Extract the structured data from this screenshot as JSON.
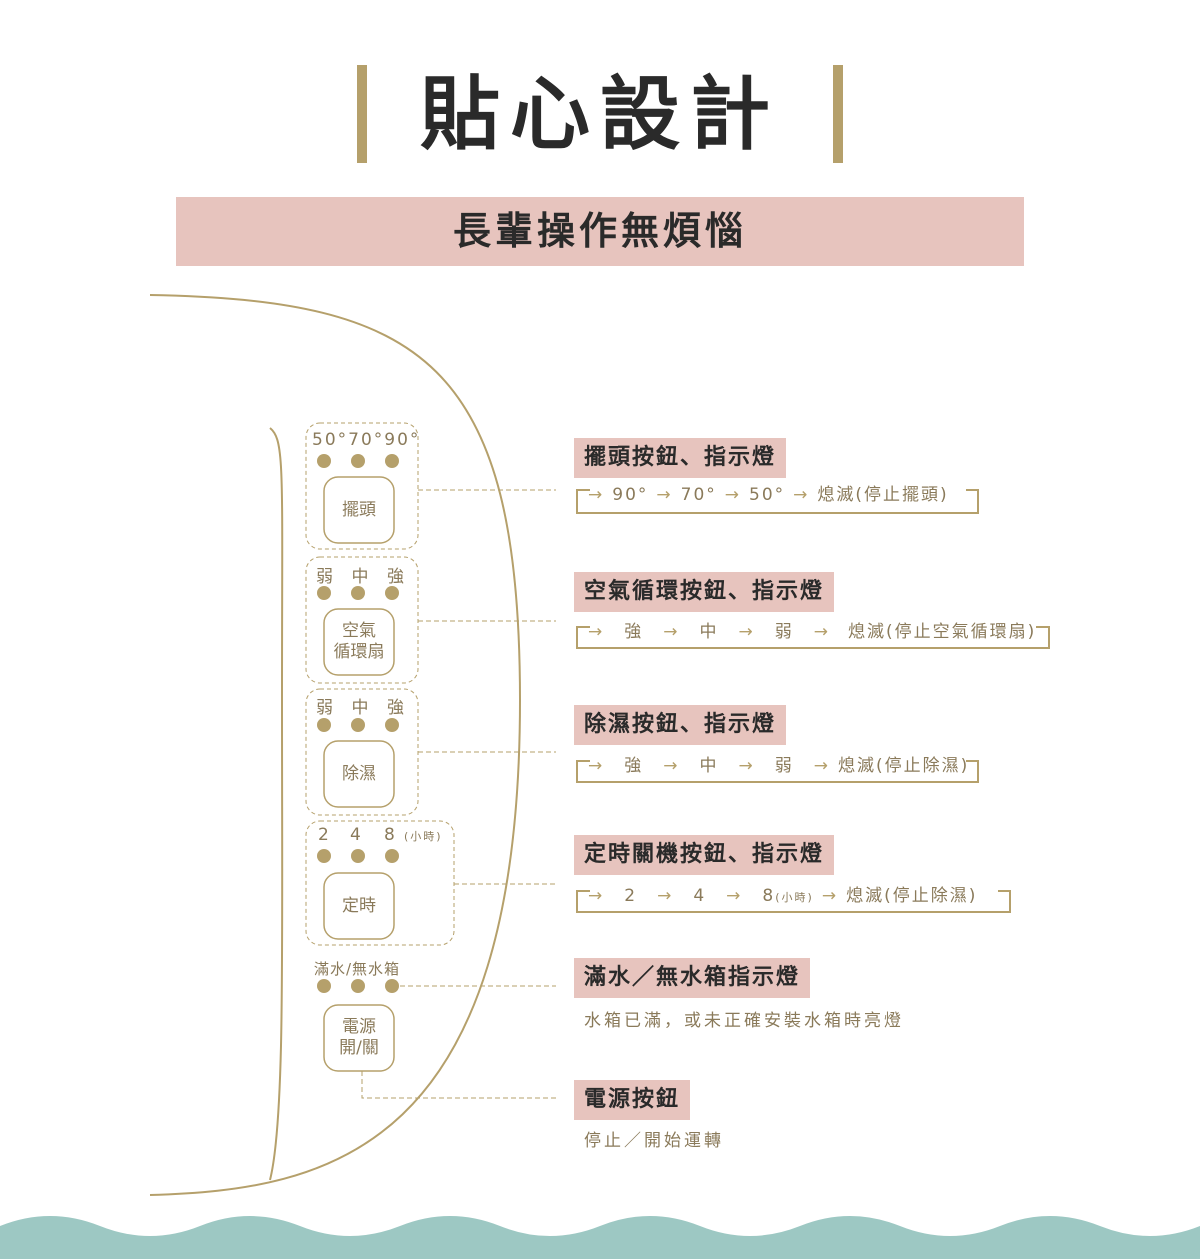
{
  "title": "貼心設計",
  "subtitle": "長輩操作無煩惱",
  "panel": {
    "swing": {
      "indicators": "50°70°90°",
      "button": "擺頭"
    },
    "aircirc": {
      "indicators": [
        "弱",
        "中",
        "強"
      ],
      "button_line1": "空氣",
      "button_line2": "循環扇"
    },
    "dehumid": {
      "indicators": [
        "弱",
        "中",
        "強"
      ],
      "button": "除濕"
    },
    "timer": {
      "indicators": [
        "2",
        "4",
        "8"
      ],
      "unit": "(小時)",
      "button": "定時"
    },
    "water": {
      "indicator": "滿水/無水箱"
    },
    "power": {
      "button_line1": "電源",
      "button_line2": "開/關"
    }
  },
  "annotations": {
    "swing": {
      "tag": "擺頭按鈕、指示燈",
      "steps": [
        "90°",
        "70°",
        "50°"
      ],
      "end": "熄滅(停止擺頭)"
    },
    "aircirc": {
      "tag": "空氣循環按鈕、指示燈",
      "steps": [
        "強",
        "中",
        "弱"
      ],
      "end": "熄滅(停止空氣循環扇)"
    },
    "dehumid": {
      "tag": "除濕按鈕、指示燈",
      "steps": [
        "強",
        "中",
        "弱"
      ],
      "end": "熄滅(停止除濕)"
    },
    "timer": {
      "tag": "定時關機按鈕、指示燈",
      "steps": [
        "2",
        "4",
        "8"
      ],
      "step3_unit": "(小時)",
      "end": "熄滅(停止除濕)"
    },
    "water": {
      "tag": "滿水／無水箱指示燈",
      "desc": "水箱已滿，或未正確安裝水箱時亮燈"
    },
    "power": {
      "tag": "電源按鈕",
      "desc": "停止／開始運轉"
    }
  },
  "colors": {
    "gold": "#b5a06b",
    "pink": "#e7c4be",
    "teal": "#9dc8c3",
    "text": "#8a7a5a"
  }
}
